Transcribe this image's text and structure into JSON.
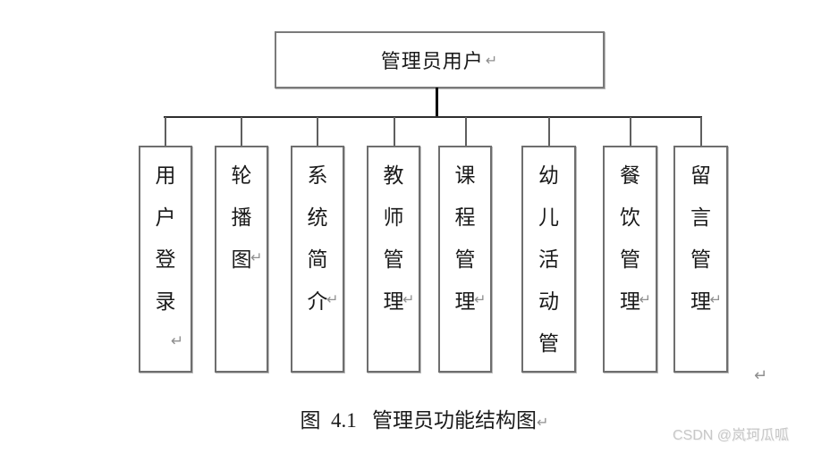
{
  "root_box": {
    "label": "管理员用户"
  },
  "return_mark": "↵",
  "boxes": [
    {
      "id": "user-login",
      "chars": [
        "用",
        "户",
        "登",
        "录"
      ]
    },
    {
      "id": "carousel",
      "chars": [
        "轮",
        "播",
        "图"
      ]
    },
    {
      "id": "system-intro",
      "chars": [
        "系",
        "统",
        "简",
        "介"
      ]
    },
    {
      "id": "teacher-mgmt",
      "chars": [
        "教",
        "师",
        "管",
        "理"
      ]
    },
    {
      "id": "course-mgmt",
      "chars": [
        "课",
        "程",
        "管",
        "理"
      ]
    },
    {
      "id": "child-activity",
      "chars": [
        "幼",
        "儿",
        "活",
        "动",
        "管"
      ]
    },
    {
      "id": "catering-mgmt",
      "chars": [
        "餐",
        "饮",
        "管",
        "理"
      ]
    },
    {
      "id": "message-mgmt",
      "chars": [
        "留",
        "言",
        "管",
        "理"
      ]
    }
  ],
  "caption": {
    "text": "图  4.1   管理员功能结构图"
  },
  "watermark": {
    "text": "CSDN @岚珂瓜呱"
  },
  "colors": {
    "box_border": "#6e6e6e",
    "connector_line": "#2e2e2e",
    "center_line": "#000000",
    "return_mark": "#8f8f8f",
    "watermark": "#c8c8c8"
  }
}
